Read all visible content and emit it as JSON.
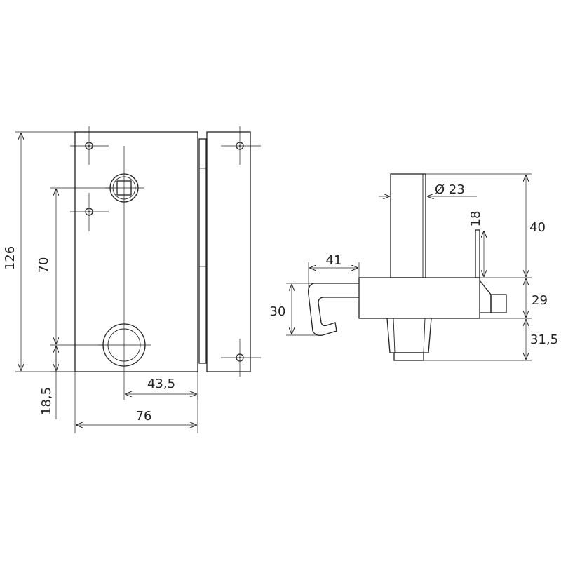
{
  "front_view": {
    "height_total": "126",
    "hole_spacing": "70",
    "bottom_offset": "18,5",
    "backset": "43,5",
    "width_total": "76"
  },
  "side_view": {
    "dimension_41": "41",
    "dimension_30": "30",
    "cylinder_diameter": "Ø 23",
    "dimension_18": "18",
    "dimension_40": "40",
    "dimension_29": "29",
    "dimension_31_5": "31,5"
  },
  "colors": {
    "line": "#222222",
    "background": "#ffffff"
  }
}
